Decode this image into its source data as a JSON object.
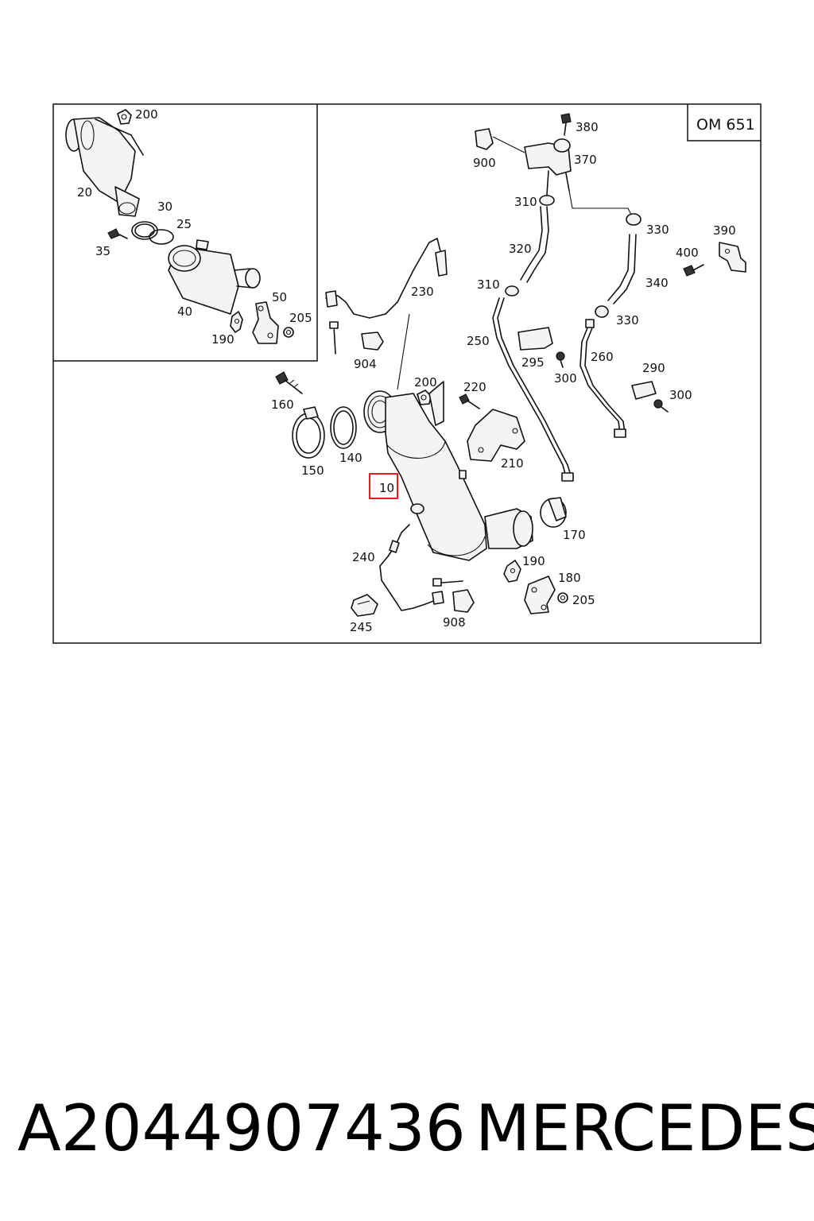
{
  "diagram": {
    "engine_code": "OM 651",
    "highlighted_part": "10",
    "labels": {
      "l10": "10",
      "l20": "20",
      "l25": "25",
      "l30": "30",
      "l35": "35",
      "l40": "40",
      "l50": "50",
      "l140": "140",
      "l150": "150",
      "l160": "160",
      "l170": "170",
      "l180": "180",
      "l190_inset": "190",
      "l190_main": "190",
      "l200_inset": "200",
      "l200_main": "200",
      "l205_inset": "205",
      "l205_main": "205",
      "l210": "210",
      "l220": "220",
      "l230": "230",
      "l240": "240",
      "l245": "245",
      "l250": "250",
      "l260": "260",
      "l290": "290",
      "l295": "295",
      "l300_a": "300",
      "l300_b": "300",
      "l310_top": "310",
      "l310_mid": "310",
      "l320": "320",
      "l330_top": "330",
      "l330_mid": "330",
      "l340": "340",
      "l370": "370",
      "l380": "380",
      "l390": "390",
      "l400": "400",
      "l900": "900",
      "l904": "904",
      "l908": "908"
    }
  },
  "caption": {
    "part_number": "A2044907436",
    "brand": "MERCEDES"
  },
  "colors": {
    "highlight": "#e02020",
    "lines": "#111111"
  }
}
